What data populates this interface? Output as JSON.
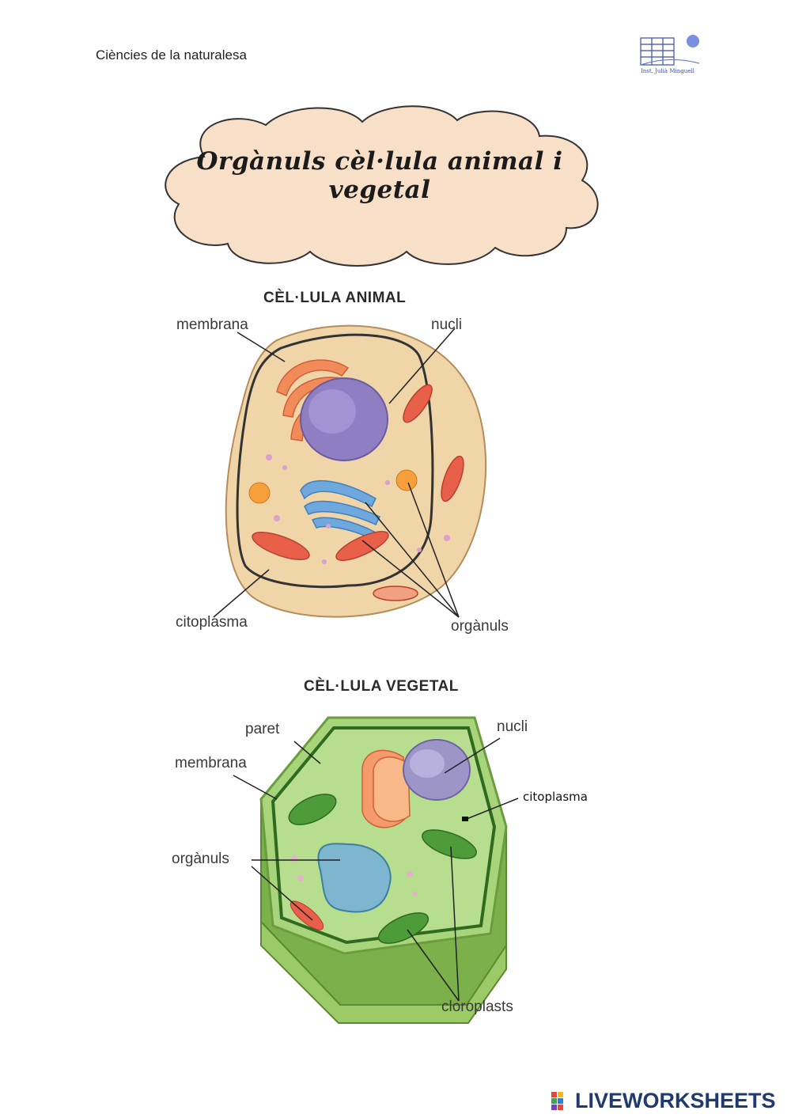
{
  "header": {
    "subject": "Ciències de la naturalesa",
    "logo_text": "Inst. Julià Minguell"
  },
  "title": "Orgànuls cèl·lula animal i vegetal",
  "animal": {
    "heading": "CÈL·LULA ANIMAL",
    "labels": {
      "membrana": "membrana",
      "nucli": "nucli",
      "citoplasma": "citoplasma",
      "organuls": "orgànuls"
    }
  },
  "vegetal": {
    "heading": "CÈL·LULA VEGETAL",
    "labels": {
      "paret": "paret",
      "membrana": "membrana",
      "nucli": "nucli",
      "citoplasma": "citoplasma",
      "organuls": "orgànuls",
      "cloroplasts": "cloroplasts"
    }
  },
  "footer": {
    "brand": "LIVEWORKSHEETS"
  },
  "colors": {
    "cloud": "#f8dfc8",
    "animal_cell": "#f0d5a8",
    "plant_cell": "#8cc35a",
    "brand": "#1f3a6e"
  }
}
